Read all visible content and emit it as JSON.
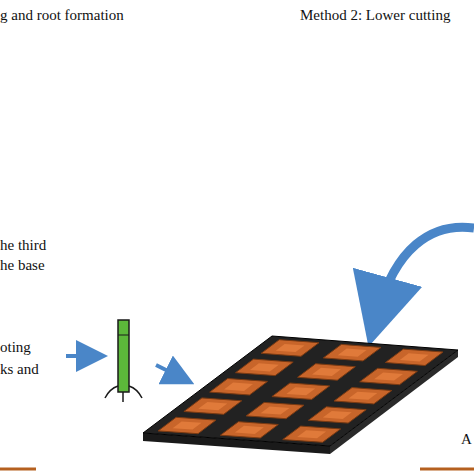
{
  "diagram": {
    "labels": [
      "g and root formation",
      "Method 2: Lower cutting",
      "he third",
      "he base",
      "oting",
      "ks and",
      "A"
    ]
  }
}
